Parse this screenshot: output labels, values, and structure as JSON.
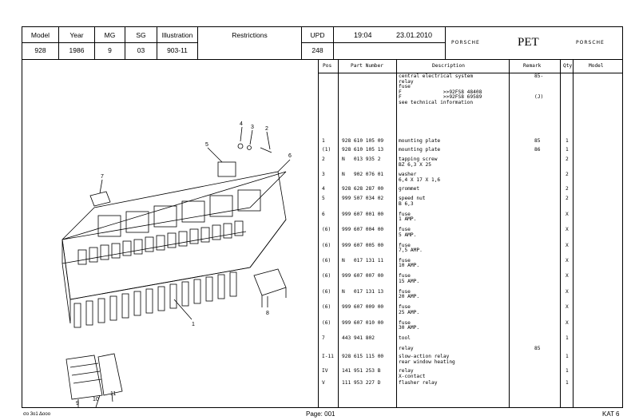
{
  "header": {
    "cols": [
      {
        "label": "Model",
        "value": "928"
      },
      {
        "label": "Year",
        "value": "1986"
      },
      {
        "label": "MG",
        "value": "9"
      },
      {
        "label": "SG",
        "value": "03"
      },
      {
        "label": "Illustration",
        "value": "903-11"
      },
      {
        "label": "Restrictions",
        "value": ""
      },
      {
        "label": "UPD",
        "value": "248"
      }
    ],
    "time": "19:04",
    "date": "23.01.2010",
    "brand_left": "PORSCHE",
    "brand_right": "PORSCHE",
    "app": "PET"
  },
  "table": {
    "headers": {
      "pos": "Pos",
      "part": "Part Number",
      "desc": "Description",
      "remark": "Remark",
      "qty": "Qty",
      "model": "Model"
    },
    "rows": [
      {
        "pos": "",
        "part": "",
        "desc": [
          "central electrical system",
          "relay",
          "fuse",
          "F              >>92FS8 48408",
          "F              >>92FS8 69589",
          "see technical information"
        ],
        "remark": [
          "85-",
          "",
          "",
          "",
          "(J)",
          ""
        ],
        "qty": ""
      },
      {
        "pos": "1",
        "part": "928 610 105 09",
        "desc": [
          "mounting plate"
        ],
        "remark": [
          "85"
        ],
        "qty": "1"
      },
      {
        "pos": "(1)",
        "part": "928 610 105 13",
        "desc": [
          "mounting plate"
        ],
        "remark": [
          "86"
        ],
        "qty": "1"
      },
      {
        "pos": "2",
        "part": "N   013 935 2",
        "desc": [
          "tapping screw",
          "BZ 6,3 X 25"
        ],
        "remark": [
          ""
        ],
        "qty": "2"
      },
      {
        "pos": "3",
        "part": "N   902 076 01",
        "desc": [
          "washer",
          "6,4 X 17 X 1,6"
        ],
        "remark": [
          ""
        ],
        "qty": "2"
      },
      {
        "pos": "4",
        "part": "928 628 287 00",
        "desc": [
          "grommet"
        ],
        "remark": [
          ""
        ],
        "qty": "2"
      },
      {
        "pos": "5",
        "part": "999 507 034 02",
        "desc": [
          "speed nut",
          "B 6,3"
        ],
        "remark": [
          ""
        ],
        "qty": "2"
      },
      {
        "pos": "6",
        "part": "999 607 001 00",
        "desc": [
          "fuse",
          "1 AMP."
        ],
        "remark": [
          ""
        ],
        "qty": "X"
      },
      {
        "pos": "(6)",
        "part": "999 607 004 00",
        "desc": [
          "fuse",
          "5 AMP."
        ],
        "remark": [
          ""
        ],
        "qty": "X"
      },
      {
        "pos": "(6)",
        "part": "999 607 005 00",
        "desc": [
          "fuse",
          "7,5 AMP."
        ],
        "remark": [
          ""
        ],
        "qty": "X"
      },
      {
        "pos": "(6)",
        "part": "N   017 131 11",
        "desc": [
          "fuse",
          "10 AMP."
        ],
        "remark": [
          ""
        ],
        "qty": "X"
      },
      {
        "pos": "(6)",
        "part": "999 607 007 00",
        "desc": [
          "fuse",
          "15 AMP."
        ],
        "remark": [
          ""
        ],
        "qty": "X"
      },
      {
        "pos": "(6)",
        "part": "N   017 131 13",
        "desc": [
          "fuse",
          "20 AMP."
        ],
        "remark": [
          ""
        ],
        "qty": "X"
      },
      {
        "pos": "(6)",
        "part": "999 607 009 00",
        "desc": [
          "fuse",
          "25 AMP."
        ],
        "remark": [
          ""
        ],
        "qty": "X"
      },
      {
        "pos": "(6)",
        "part": "999 607 010 00",
        "desc": [
          "fuse",
          "30 AMP."
        ],
        "remark": [
          ""
        ],
        "qty": "X"
      },
      {
        "pos": "7",
        "part": "443 941 802",
        "desc": [
          "tool"
        ],
        "remark": [
          ""
        ],
        "qty": "1"
      },
      {
        "pos": "",
        "part": "",
        "desc": [
          "relay"
        ],
        "remark": [
          "85"
        ],
        "qty": ""
      },
      {
        "pos": "I-11",
        "part": "928 615 115 00",
        "desc": [
          "slow-action relay",
          "rear window heating"
        ],
        "remark": [
          ""
        ],
        "qty": "1"
      },
      {
        "pos": "IV",
        "part": "141 951 253 B",
        "desc": [
          "relay",
          "X-contact"
        ],
        "remark": [
          ""
        ],
        "qty": "1"
      },
      {
        "pos": "V",
        "part": "111 953 227 D",
        "desc": [
          "flasher relay"
        ],
        "remark": [
          ""
        ],
        "qty": "1"
      }
    ]
  },
  "illustration": {
    "callouts": [
      "1",
      "2",
      "3",
      "4",
      "5",
      "6",
      "7",
      "8",
      "9",
      "10",
      "11"
    ]
  },
  "footer": {
    "page": "Page: 001",
    "kat": "KAT 6",
    "code": "σο 3ο1 Δοοο"
  }
}
